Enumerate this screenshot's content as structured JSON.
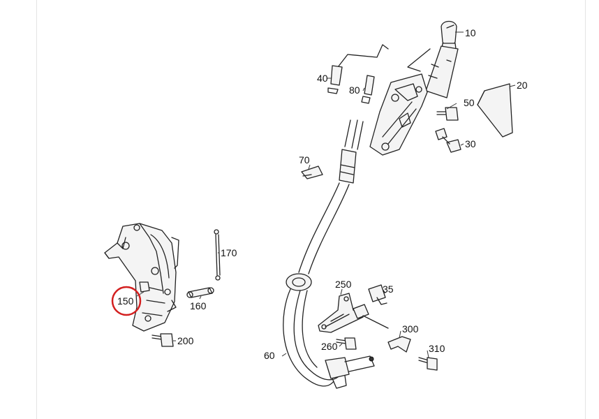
{
  "diagram": {
    "callouts": [
      {
        "id": "10",
        "label": "10"
      },
      {
        "id": "20",
        "label": "20"
      },
      {
        "id": "30",
        "label": "30"
      },
      {
        "id": "35",
        "label": "35"
      },
      {
        "id": "40",
        "label": "40"
      },
      {
        "id": "50",
        "label": "50"
      },
      {
        "id": "60",
        "label": "60"
      },
      {
        "id": "70",
        "label": "70"
      },
      {
        "id": "80",
        "label": "80"
      },
      {
        "id": "150",
        "label": "150"
      },
      {
        "id": "160",
        "label": "160"
      },
      {
        "id": "170",
        "label": "170"
      },
      {
        "id": "200",
        "label": "200"
      },
      {
        "id": "250",
        "label": "250"
      },
      {
        "id": "260",
        "label": "260"
      },
      {
        "id": "300",
        "label": "300"
      },
      {
        "id": "310",
        "label": "310"
      }
    ],
    "highlighted_callout": "150",
    "highlight_color": "#d32020"
  }
}
